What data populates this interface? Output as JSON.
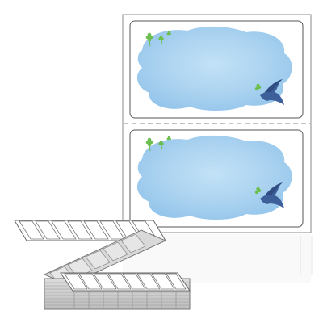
{
  "product": {
    "type": "fanfold-label-sheet",
    "labels_per_sheet": 2,
    "label_art": {
      "background": "blue-watercolor-cloud",
      "bird": "blue-swallow-with-clover",
      "decor": "four-leaf-clovers"
    },
    "colors": {
      "cloud_light": "#cfe6f7",
      "cloud_mid": "#a9d2f0",
      "cloud_dark": "#8fc2ea",
      "bird": "#3d5f9a",
      "clover": "#6cbf4f",
      "outline": "#666666"
    }
  }
}
